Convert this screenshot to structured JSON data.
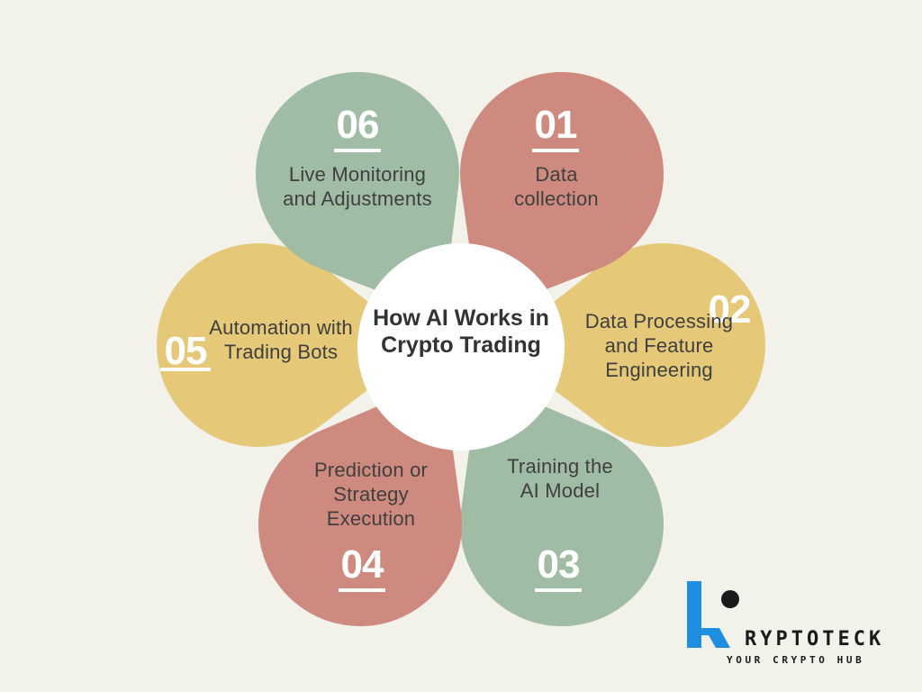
{
  "diagram": {
    "title": "How AI Works in Crypto Trading",
    "colors": {
      "green": "#a0bca4",
      "red": "#cf8a7f",
      "yellow": "#e5c978",
      "center": "#ffffff"
    },
    "steps": [
      {
        "number": "01",
        "label": "Data collection",
        "color": "red"
      },
      {
        "number": "02",
        "label": "Data Processing and Feature Engineering",
        "color": "yellow"
      },
      {
        "number": "03",
        "label": "Training the AI Model",
        "color": "green"
      },
      {
        "number": "04",
        "label": "Prediction or Strategy Execution",
        "color": "red"
      },
      {
        "number": "05",
        "label": "Automation with Trading Bots",
        "color": "yellow"
      },
      {
        "number": "06",
        "label": "Live Monitoring and Adjustments",
        "color": "green"
      }
    ]
  },
  "brand": {
    "name": "RYPTOTECK",
    "tagline": "YOUR CRYPTO HUB",
    "colors": {
      "blue": "#1e8fe0",
      "dark": "#1a1a1a"
    }
  }
}
